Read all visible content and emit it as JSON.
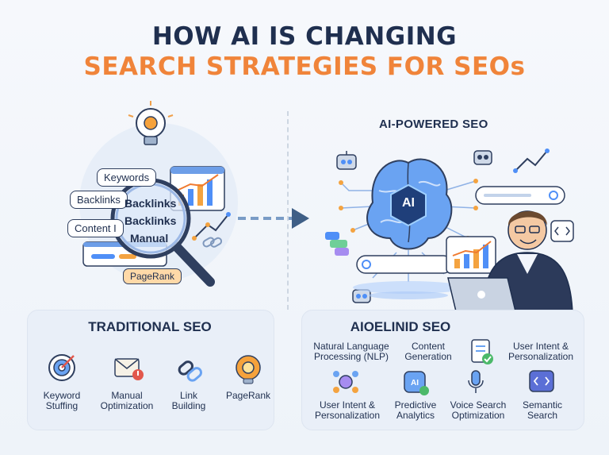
{
  "header": {
    "line1": "HOW AI IS CHANGING",
    "line2": "SEARCH STRATEGIES FOR SEOs"
  },
  "traditional_illustration": {
    "bubbles": [
      "Keywords",
      "Backlinks",
      "Content I"
    ],
    "lens_words": [
      "Backlinks",
      "Backlinks",
      "Manual"
    ],
    "chip": "PageRank"
  },
  "ai_illustration": {
    "heading": "AI-POWERED SEO",
    "brain_label": "AI"
  },
  "traditional_panel": {
    "title": "TRADITIONAL SEO",
    "items": [
      {
        "label": "Keyword\nStuffing",
        "icon": "target-icon"
      },
      {
        "label": "Manual\nOptimization",
        "icon": "envelope-warning-icon"
      },
      {
        "label": "Link\nBuilding",
        "icon": "chain-link-icon"
      },
      {
        "label": "PageRank",
        "icon": "lightbulb-gear-icon"
      }
    ]
  },
  "ai_panel": {
    "title": "AIOELINID SEO",
    "items": [
      {
        "label": "Natural Language\nProcessing (NLP)",
        "icon": ""
      },
      {
        "label": "Content\nGeneration",
        "icon": ""
      },
      {
        "label": "User Intent &\nPersonalization",
        "icon": "document-check-icon"
      },
      {
        "label": "User Intent &\nPersonalization",
        "icon": "network-people-icon"
      },
      {
        "label": "Predictive\nAnalytics",
        "icon": "ai-chip-icon"
      },
      {
        "label": "Voice Search\nOptimization",
        "icon": "microphone-icon"
      },
      {
        "label": "Semantic\nSearch",
        "icon": "code-window-icon"
      }
    ]
  },
  "colors": {
    "navy": "#1f2f4f",
    "orange": "#f0843a",
    "blue": "#3b82f6",
    "panel": "#e9eff8"
  }
}
